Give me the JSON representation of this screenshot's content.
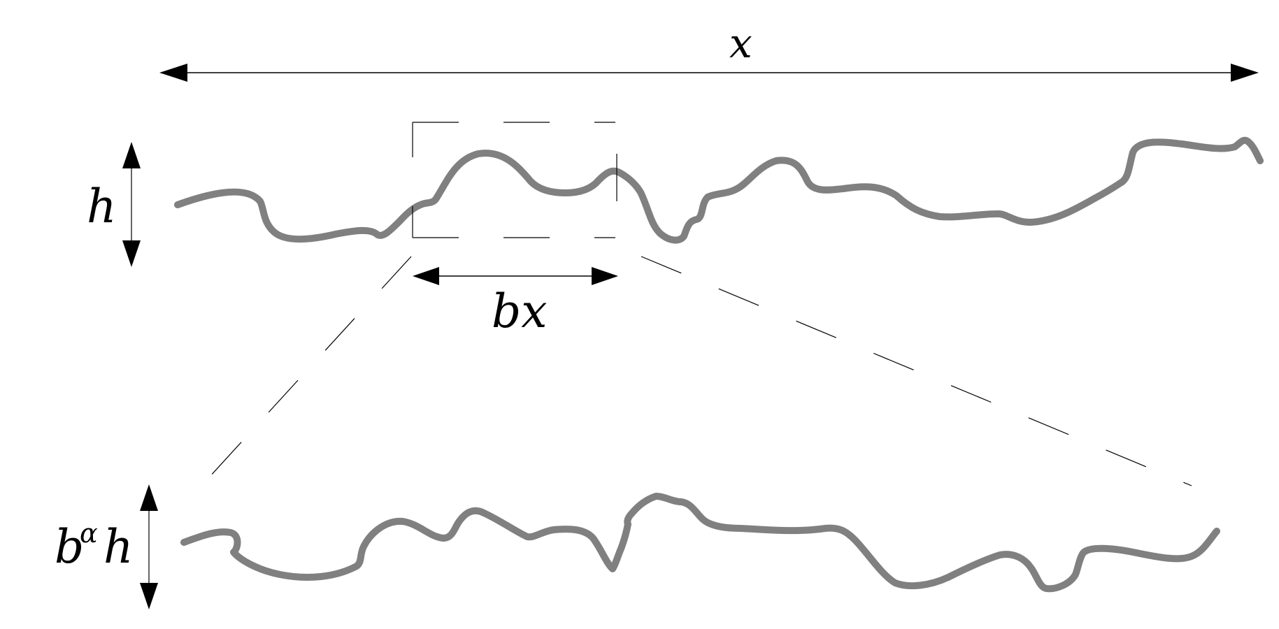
{
  "labels": {
    "width": "x",
    "height": "h",
    "scaled_width": "bx",
    "scaled_height_base": "b",
    "scaled_height_exponent": "α",
    "scaled_height_var": "h"
  }
}
